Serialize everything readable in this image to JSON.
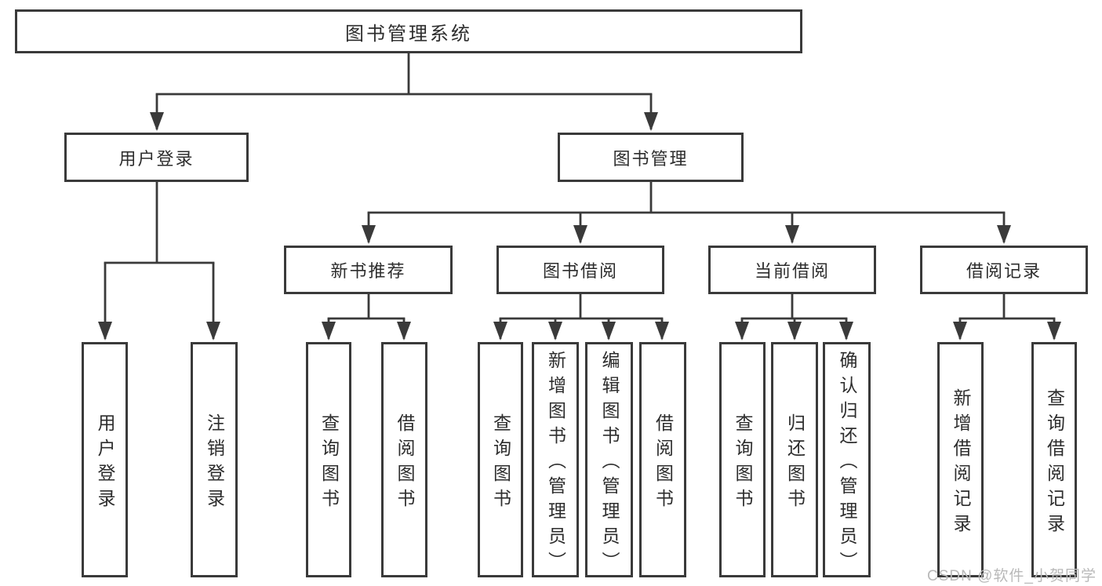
{
  "tree": {
    "root": "图书管理系统",
    "branches": [
      {
        "label": "用户登录",
        "children": [
          "用户登录",
          "注销登录"
        ]
      },
      {
        "label": "图书管理",
        "groups": [
          {
            "label": "新书推荐",
            "children": [
              "查询图书",
              "借阅图书"
            ]
          },
          {
            "label": "图书借阅",
            "children": [
              "查询图书",
              "新增图书（管理员）",
              "编辑图书（管理员）",
              "借阅图书"
            ]
          },
          {
            "label": "当前借阅",
            "children": [
              "查询图书",
              "归还图书",
              "确认归还（管理员）"
            ]
          },
          {
            "label": "借阅记录",
            "children": [
              "新增借阅记录",
              "查询借阅记录"
            ]
          }
        ]
      }
    ]
  },
  "watermark": {
    "text": "CSDN @软件_小贺同学"
  },
  "colors": {
    "line": "#3a3a3a",
    "text": "#2d2d2d",
    "watermark": "#b9b9b9",
    "background": "#ffffff"
  }
}
